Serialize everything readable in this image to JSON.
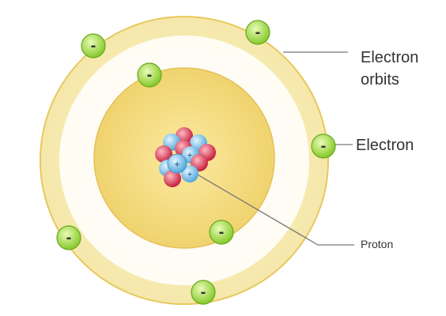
{
  "labels": {
    "electron_orbits_line1": "Electron",
    "electron_orbits_line2": "orbits",
    "electron": "Electron",
    "proton": "Proton"
  },
  "symbols": {
    "electron_charge": "-",
    "proton_charge": "+"
  },
  "colors": {
    "outer_orbit_ring": "#f7ecb8",
    "inner_shell": "#f3d97a",
    "electron_fill": "#b6e64b",
    "proton_fill": "#8fcaf0",
    "neutron_fill": "#e8465f",
    "leader_line": "#777777"
  }
}
